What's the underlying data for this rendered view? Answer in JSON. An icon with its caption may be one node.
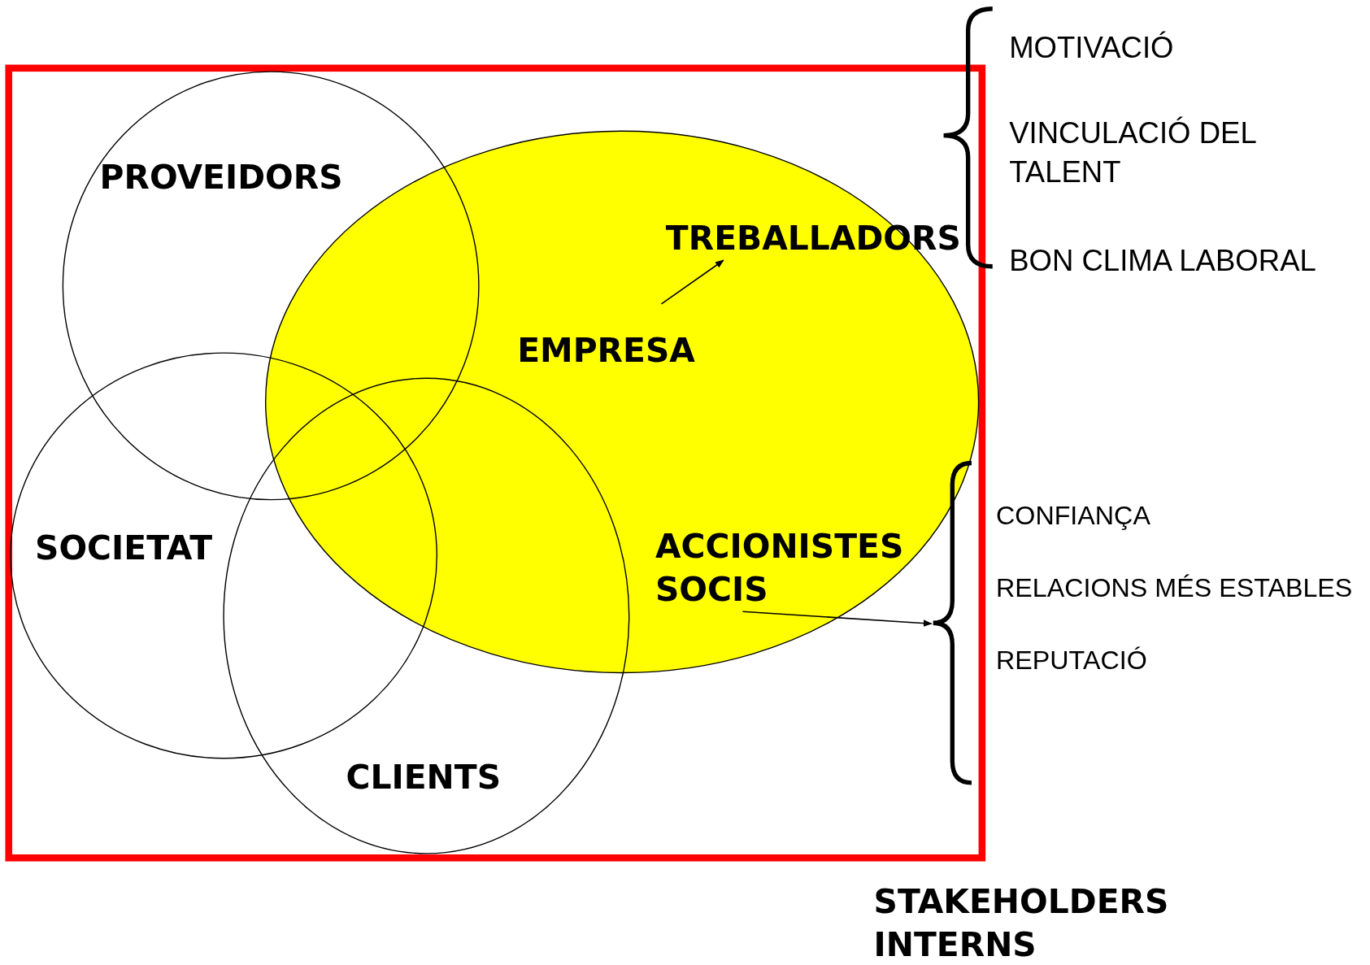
{
  "diagram": {
    "nodes": [
      {
        "text": [],
        "shape": "box"
      },
      {
        "text": [
          "PROVEIDORS"
        ],
        "in": 0
      },
      {
        "text": [
          "EMPRESA"
        ],
        "in": 0
      },
      {
        "text": [
          "TREBALLADORS"
        ],
        "in": 2
      },
      {
        "text": [
          "ACCIONISTES SOCIS"
        ],
        "in": 2
      },
      {
        "text": [
          "SOCIETAT"
        ],
        "in": 0
      },
      {
        "text": [
          "CLIENTS"
        ],
        "in": 0
      },
      {
        "text": [],
        "shape": "bracket",
        "in": 0
      }
    ],
    "edges": [
      {
        "from": null,
        "to": 3,
        "arrow": "to"
      },
      {
        "from": 4,
        "to": 7,
        "arrow": "to"
      }
    ],
    "labels": [
      "MOTIVACIÓ",
      "VINCULACIÓ DEL TALENT",
      "BON CLIMA LABORAL",
      "CONFIANÇA",
      "RELACIONS MÉS ESTABLES",
      "REPUTACIÓ",
      "STAKEHOLDERS INTERNS"
    ]
  }
}
